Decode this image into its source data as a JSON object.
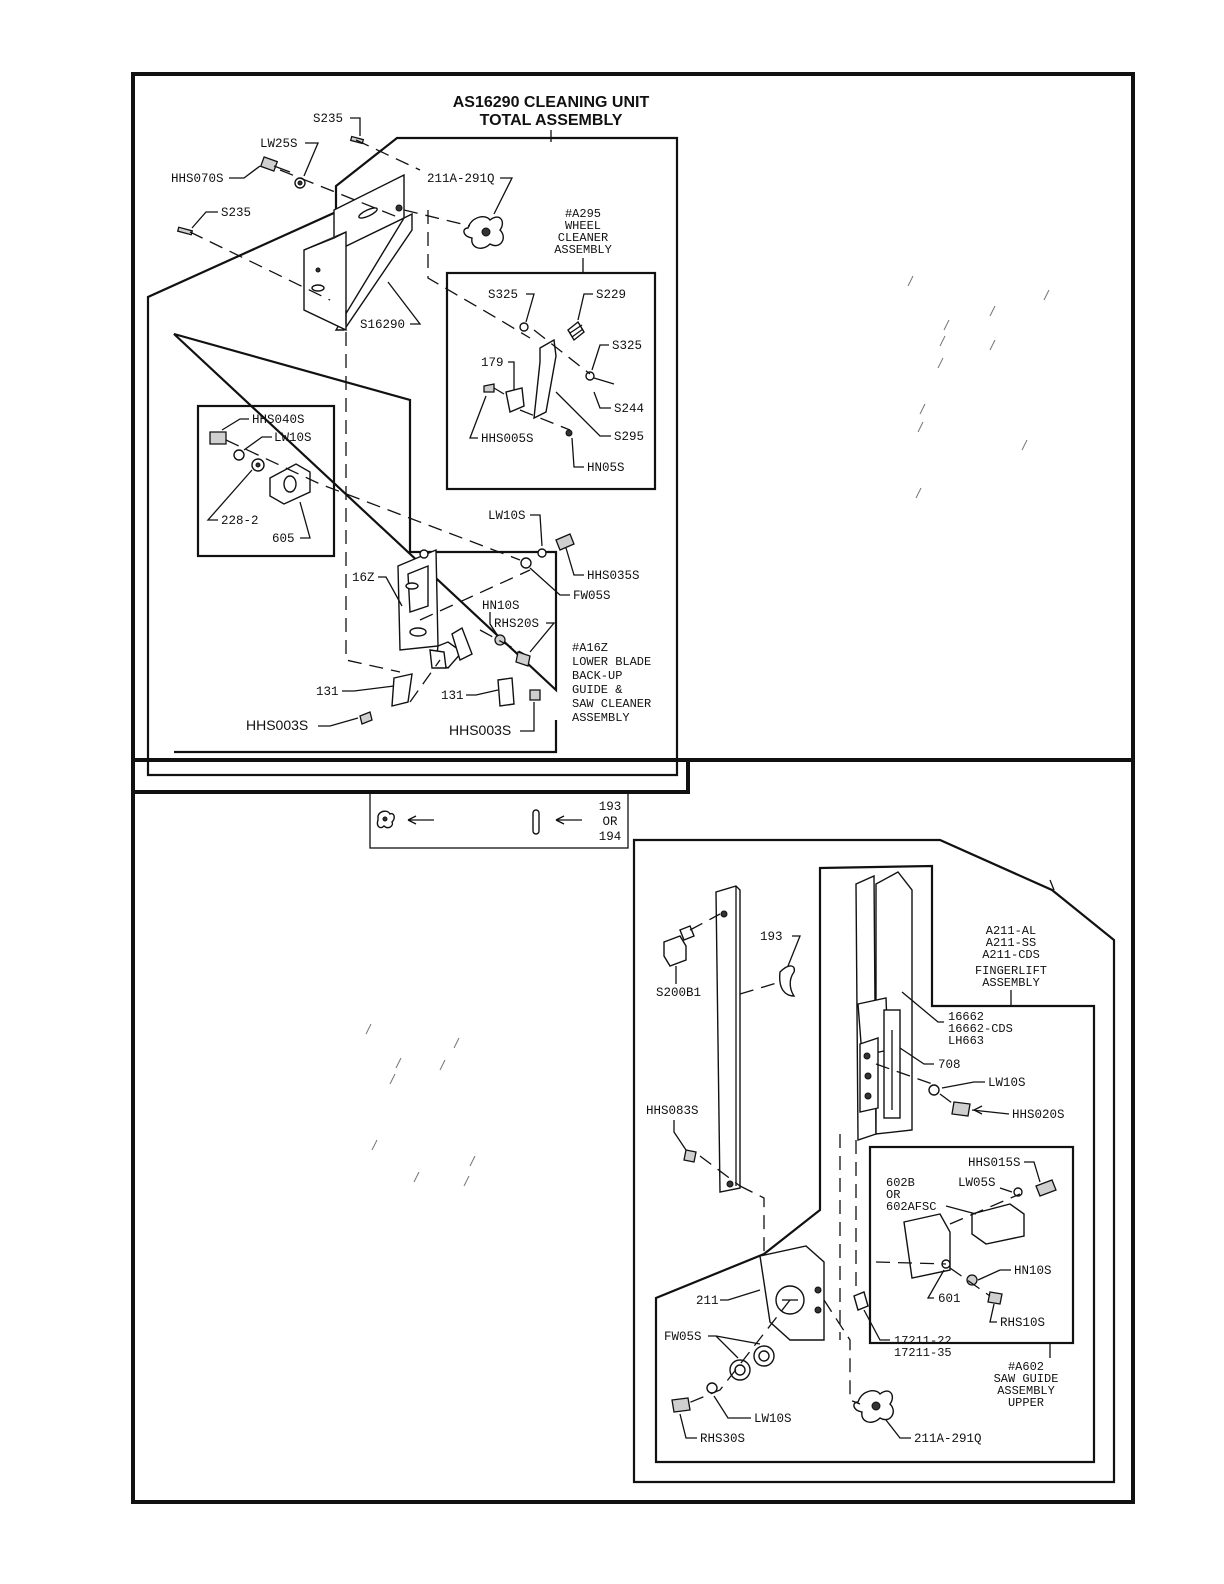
{
  "top_panel": {
    "title_line1": "AS16290 CLEANING UNIT",
    "title_line2": "TOTAL ASSEMBLY",
    "wheel_cleaner": [
      "#A295",
      "WHEEL",
      "CLEANER",
      "ASSEMBLY"
    ],
    "lower_blade": [
      "#A16Z",
      "LOWER BLADE",
      "BACK-UP",
      "GUIDE &",
      "SAW CLEANER",
      "ASSEMBLY"
    ],
    "labels": {
      "s235_top": "S235",
      "lw25s": "LW25S",
      "hhs070s": "HHS070S",
      "s235_left": "S235",
      "knob_211a": "211A-291Q",
      "s16290": "S16290",
      "s325_a": "S325",
      "s229": "S229",
      "s325_b": "S325",
      "p179": "179",
      "s244": "S244",
      "hhs005s": "HHS005S",
      "s295": "S295",
      "hn05s": "HN05S",
      "hhs040s": "HHS040S",
      "lw10s_a": "LW10S",
      "p228_2": "228-2",
      "p605": "605",
      "lw10s_b": "LW10S",
      "hhs035s": "HHS035S",
      "fw05s_a": "FW05S",
      "p16z": "16Z",
      "hn10s_a": "HN10S",
      "rhs20s": "RHS20S",
      "p131_a": "131",
      "p131_b": "131",
      "hhs003s_a": "HHS003S",
      "hhs003s_b": "HHS003S"
    }
  },
  "legend_box": {
    "line1": "193",
    "line2": "OR",
    "line3": "194"
  },
  "bottom_panel": {
    "fingerlift": [
      "A211-AL",
      "A211-SS",
      "A211-CDS",
      "FINGERLIFT",
      "ASSEMBLY"
    ],
    "saw_guide": [
      "#A602",
      "SAW GUIDE",
      "ASSEMBLY",
      "UPPER"
    ],
    "part_602": [
      "602B",
      "OR",
      "602AFSC"
    ],
    "part_16662": [
      "16662",
      "16662-CDS",
      "LH663"
    ],
    "part_17211": [
      "17211-22",
      "17211-35"
    ],
    "labels": {
      "s200b1": "S200B1",
      "p193": "193",
      "p708": "708",
      "lw10s_c": "LW10S",
      "hhs020s": "HHS020S",
      "hhs083s": "HHS083S",
      "hhs015s": "HHS015S",
      "lw05s": "LW05S",
      "hn10s_b": "HN10S",
      "p601": "601",
      "rhs10s": "RHS10S",
      "p211": "211",
      "fw05s_b": "FW05S",
      "lw10s_d": "LW10S",
      "rhs30s": "RHS30S",
      "knob_211a_b": "211A-291Q"
    }
  }
}
